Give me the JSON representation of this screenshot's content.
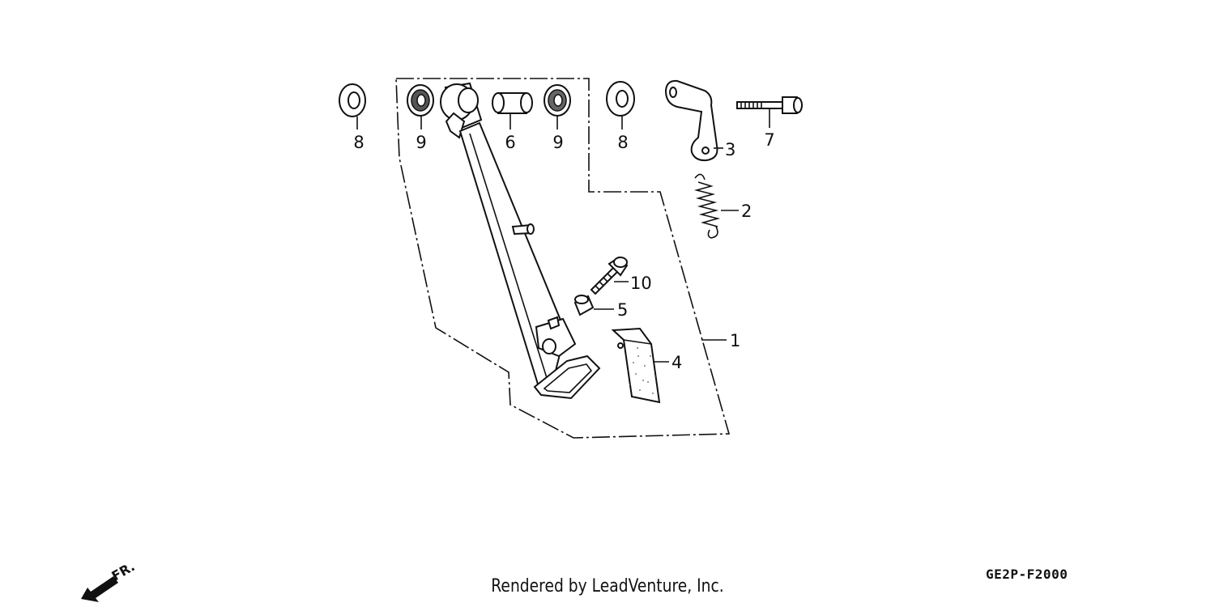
{
  "callouts": {
    "c1": "1",
    "c2": "2",
    "c3": "3",
    "c4": "4",
    "c5": "5",
    "c6": "6",
    "c7": "7",
    "c8a": "8",
    "c8b": "8",
    "c9a": "9",
    "c9b": "9",
    "c10": "10"
  },
  "direction_marker": "FR.",
  "footer_credit": "Rendered by LeadVenture, Inc.",
  "diagram_code": "GE2P-F2000",
  "colors": {
    "ink": "#111111",
    "background": "#ffffff"
  }
}
